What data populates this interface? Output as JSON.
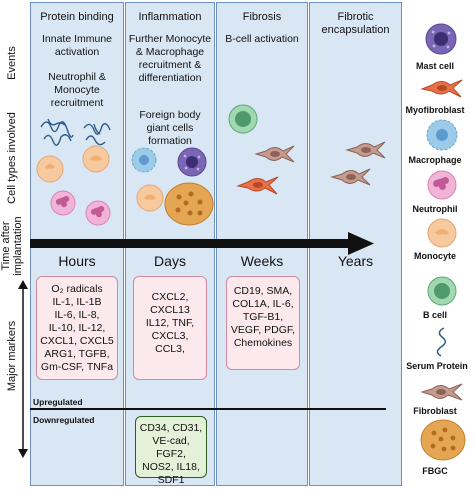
{
  "row_labels": {
    "events": "Events",
    "cell_types": "Cell types involved",
    "time": "Time after implantation",
    "markers": "Major markers"
  },
  "phases": [
    {
      "title": "Protein binding",
      "events": [
        "Innate Immune activation",
        "Neutrophil & Monocyte recruitment"
      ],
      "time": "Hours"
    },
    {
      "title": "Inflammation",
      "events": [
        "Further Monocyte & Macrophage recruitment & differentiation",
        "Foreign body giant cells formation"
      ],
      "time": "Days"
    },
    {
      "title": "Fibrosis",
      "events": [
        "B-cell activation"
      ],
      "time": "Weeks"
    },
    {
      "title": "Fibrotic encapsulation",
      "events": [],
      "time": "Years"
    }
  ],
  "markers": {
    "upregulated_label": "Upregulated",
    "downregulated_label": "Downregulated",
    "hours_up": [
      "O₂ radicals",
      "IL-1, IL-1B",
      "IL-6, IL-8,",
      "IL-10, IL-12,",
      "CXCL1, CXCL5",
      "ARG1, TGFB,",
      "Gm-CSF, TNFa"
    ],
    "days_up": [
      "CXCL2,",
      "CXCL13",
      "IL12, TNF,",
      "CXCL3,",
      "CCL3,"
    ],
    "weeks_up": [
      "CD19, SMA,",
      "COL1A, IL-6,",
      "TGF-B1,",
      "VEGF, PDGF,",
      "Chemokines"
    ],
    "days_down": [
      "CD34, CD31,",
      "VE-cad, FGF2,",
      "NOS2, IL18,",
      "SDF1"
    ]
  },
  "legend": [
    {
      "name": "Mast cell",
      "icon": "mast-cell-icon"
    },
    {
      "name": "Myofibroblast",
      "icon": "myofibroblast-icon"
    },
    {
      "name": "Macrophage",
      "icon": "macrophage-icon"
    },
    {
      "name": "Neutrophil",
      "icon": "neutrophil-icon"
    },
    {
      "name": "Monocyte",
      "icon": "monocyte-icon"
    },
    {
      "name": "B cell",
      "icon": "b-cell-icon"
    },
    {
      "name": "Serum Protein",
      "icon": "serum-protein-icon"
    },
    {
      "name": "Fibroblast",
      "icon": "fibroblast-icon"
    },
    {
      "name": "FBGC",
      "icon": "fbgc-icon"
    }
  ],
  "colors": {
    "phase_fill": "#d9e7f5",
    "phase_border": "#6d91bf",
    "up_box_fill": "#fbe9ee",
    "up_box_border": "#d28aa0",
    "down_box_fill": "#e2f1d7",
    "down_box_border": "#2f5d23",
    "mast_cell": "#7b66b5",
    "macrophage": "#9ccbe9",
    "neutrophil": "#e08bc0",
    "monocyte": "#f6c99e",
    "b_cell": "#82c79a",
    "fibroblast": "#c69a8e",
    "myofibroblast": "#e8714a",
    "fbgc": "#e5a654"
  }
}
